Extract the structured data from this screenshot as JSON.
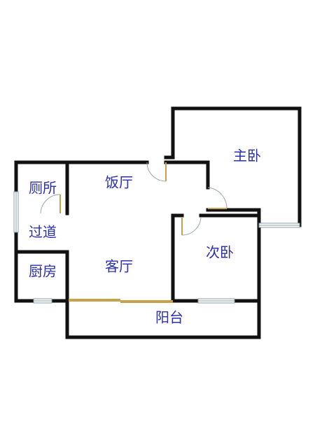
{
  "floorplan": {
    "rooms": {
      "master_bedroom": "主卧",
      "dining_room": "饭厅",
      "toilet": "厕所",
      "corridor": "过道",
      "second_bedroom": "次卧",
      "kitchen": "厨房",
      "living_room": "客厅",
      "balcony": "阳台"
    },
    "colors": {
      "wall": "#111111",
      "label": "#2a2fb0",
      "door": "#c8a24a",
      "window": "#8a9aa8"
    }
  }
}
